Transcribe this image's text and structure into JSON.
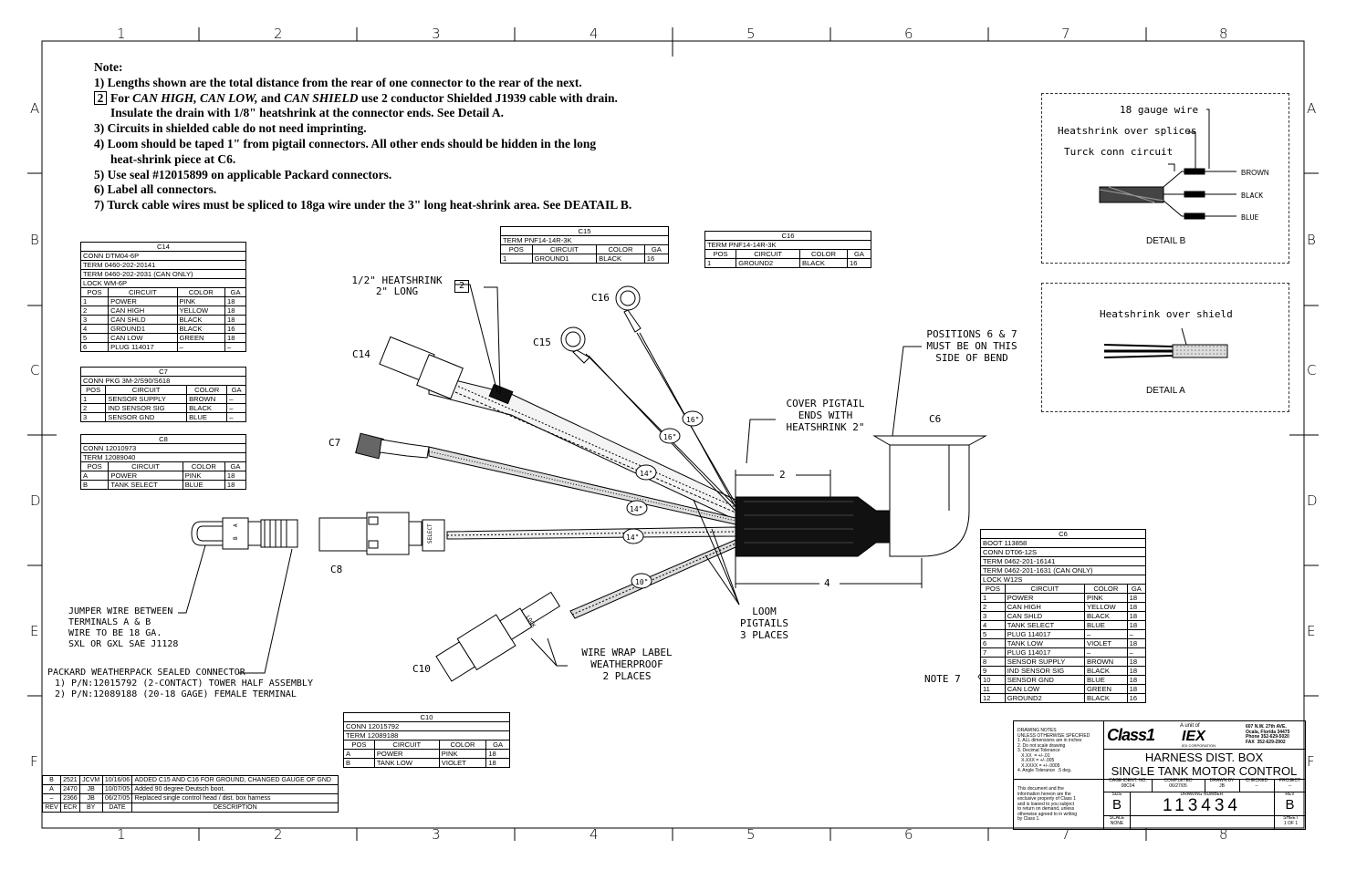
{
  "grid": {
    "cols": [
      "1",
      "2",
      "3",
      "4",
      "5",
      "6",
      "7",
      "8"
    ],
    "rows": [
      "A",
      "B",
      "C",
      "D",
      "E",
      "F"
    ]
  },
  "notes": {
    "title": "Note:",
    "n1": "1) Lengths shown are the total distance from the rear of one connector to the rear of the next.",
    "n2_box": "2",
    "n2a": "For ",
    "n2b": "CAN HIGH, CAN LOW,",
    "n2c": " and ",
    "n2d": "CAN SHIELD",
    "n2e": " use 2 conductor Shielded J1939 cable with drain.",
    "n2f": "Insulate the drain with 1/8\" heatshrink at the connector ends. See Detail A.",
    "n3": "3) Circuits in shielded cable do not need imprinting.",
    "n4a": "4) Loom should be taped 1\" from pigtail connectors. All other ends should be hidden in the long",
    "n4b": "heat-shrink piece at C6.",
    "n5": "5) Use seal #12015899 on applicable Packard connectors.",
    "n6": "6) Label all connectors.",
    "n7": "7) Turck cable wires must be spliced to 18ga wire under the 3\" long heat-shrink area. See DEATAIL B."
  },
  "tables": {
    "c14": {
      "title": "C14",
      "rows": [
        "CONN DTM04-6P",
        "TERM 0460-202-20141",
        "TERM 0460-202-2031 (CAN ONLY)",
        "LOCK WM-6P"
      ],
      "head": [
        "POS",
        "CIRCUIT",
        "COLOR",
        "GA"
      ],
      "data": [
        [
          "1",
          "POWER",
          "PINK",
          "18"
        ],
        [
          "2",
          "CAN HIGH",
          "YELLOW",
          "18"
        ],
        [
          "3",
          "CAN SHLD",
          "BLACK",
          "18"
        ],
        [
          "4",
          "GROUND1",
          "BLACK",
          "16"
        ],
        [
          "5",
          "CAN LOW",
          "GREEN",
          "18"
        ],
        [
          "6",
          "PLUG 114017",
          "–",
          "–"
        ]
      ]
    },
    "c7": {
      "title": "C7",
      "rows": [
        "CONN PKG 3M-2/S90/S618"
      ],
      "head": [
        "POS",
        "CIRCUIT",
        "COLOR",
        "GA"
      ],
      "data": [
        [
          "1",
          "SENSOR SUPPLY",
          "BROWN",
          "–"
        ],
        [
          "2",
          "IND SENSOR SIG",
          "BLACK",
          "–"
        ],
        [
          "3",
          "SENSOR GND",
          "BLUE",
          "–"
        ]
      ]
    },
    "c8": {
      "title": "C8",
      "rows": [
        "CONN 12010973",
        "TERM 12089040"
      ],
      "head": [
        "POS",
        "CIRCUIT",
        "COLOR",
        "GA"
      ],
      "data": [
        [
          "A",
          "POWER",
          "PINK",
          "18"
        ],
        [
          "B",
          "TANK SELECT",
          "BLUE",
          "18"
        ]
      ]
    },
    "c15": {
      "title": "C15",
      "rows": [
        "TERM PNF14-14R-3K"
      ],
      "head": [
        "POS",
        "CIRCUIT",
        "COLOR",
        "GA"
      ],
      "data": [
        [
          "1",
          "GROUND1",
          "BLACK",
          "16"
        ]
      ]
    },
    "c16": {
      "title": "C16",
      "rows": [
        "TERM PNF14-14R-3K"
      ],
      "head": [
        "POS",
        "CIRCUIT",
        "COLOR",
        "GA"
      ],
      "data": [
        [
          "1",
          "GROUND2",
          "BLACK",
          "16"
        ]
      ]
    },
    "c10": {
      "title": "C10",
      "rows": [
        "CONN 12015792",
        "TERM 12089188"
      ],
      "head": [
        "POS",
        "CIRCUIT",
        "COLOR",
        "GA"
      ],
      "data": [
        [
          "A",
          "POWER",
          "PINK",
          "18"
        ],
        [
          "B",
          "TANK LOW",
          "VIOLET",
          "18"
        ]
      ]
    },
    "c6": {
      "title": "C6",
      "rows": [
        "BOOT 113858",
        "CONN DT06-12S",
        "TERM 0462-201-16141",
        "TERM 0462-201-1631 (CAN ONLY)",
        "LOCK W12S"
      ],
      "head": [
        "POS",
        "CIRCUIT",
        "COLOR",
        "GA"
      ],
      "data": [
        [
          "1",
          "POWER",
          "PINK",
          "18"
        ],
        [
          "2",
          "CAN HIGH",
          "YELLOW",
          "18"
        ],
        [
          "3",
          "CAN SHLD",
          "BLACK",
          "18"
        ],
        [
          "4",
          "TANK SELECT",
          "BLUE",
          "18"
        ],
        [
          "5",
          "PLUG 114017",
          "–",
          "–"
        ],
        [
          "6",
          "TANK LOW",
          "VIOLET",
          "18"
        ],
        [
          "7",
          "PLUG 114017",
          "–",
          "–"
        ],
        [
          "8",
          "SENSOR SUPPLY",
          "BROWN",
          "18"
        ],
        [
          "9",
          "IND SENSOR SIG",
          "BLACK",
          "18"
        ],
        [
          "10",
          "SENSOR GND",
          "BLUE",
          "18"
        ],
        [
          "11",
          "CAN LOW",
          "GREEN",
          "18"
        ],
        [
          "12",
          "GROUND2",
          "BLACK",
          "16"
        ]
      ]
    }
  },
  "labels": {
    "heatshrink1": "1/2\" HEATSHRINK",
    "heatshrink2": "2\" LONG",
    "ref2": "2",
    "c14": "C14",
    "c15": "C15",
    "c16": "C16",
    "c7": "C7",
    "c8": "C8",
    "c10": "C10",
    "c6": "C6",
    "select": "SELECT",
    "lock": "LOCK",
    "len16a": "16\"",
    "len16b": "16\"",
    "len14a": "14\"",
    "len14b": "14\"",
    "len14c": "14\"",
    "len10": "10\"",
    "cover1": "COVER PIGTAIL",
    "cover2": "ENDS WITH",
    "cover3": "HEATSHRINK 2\"",
    "pos1": "POSITIONS 6 & 7",
    "pos2": "MUST BE ON THIS",
    "pos3": "SIDE OF BEND",
    "dim2": "2",
    "dim4": "4",
    "loom1": "LOOM",
    "loom2": "PIGTAILS",
    "loom3": "3 PLACES",
    "wrap1": "WIRE WRAP LABEL",
    "wrap2": "WEATHERPROOF",
    "wrap3": "2 PLACES",
    "jump1": "JUMPER WIRE BETWEEN",
    "jump2": "TERMINALS A & B",
    "jump3": "WIRE TO BE 18 GA.",
    "jump4": "SXL OR GXL SAE J1128",
    "pack1": "PACKARD WEATHERPACK SEALED CONNECTOR",
    "pack2": "1) P/N:12015792 (2-CONTACT) TOWER HALF ASSEMBLY",
    "pack3": "2) P/N:12089188 (20-18 GAGE) FEMALE TERMINAL",
    "note7": "NOTE 7",
    "jb": "B",
    "ja": "A"
  },
  "detailB": {
    "w18": "18 gauge wire",
    "hs": "Heatshrink over splices",
    "turck": "Turck conn circuit",
    "brown": "BROWN",
    "black": "BLACK",
    "blue": "BLUE",
    "title": "DETAIL B"
  },
  "detailA": {
    "hs": "Heatshrink over shield",
    "title": "DETAIL A"
  },
  "revisions": {
    "rows": [
      [
        "B",
        "2521",
        "JCVM",
        "10/16/06",
        "ADDED C15 AND C16 FOR GROUND, CHANGED GAUGE OF GND"
      ],
      [
        "A",
        "2470",
        "JB",
        "10/07/05",
        "Added 90 degree Deutsch boot."
      ],
      [
        "–",
        "2366",
        "JB",
        "06/27/05",
        "Replaced single control head / dist. box harness"
      ]
    ],
    "head": [
      "REV",
      "ECR",
      "BY",
      "DATE",
      "DESCRIPTION"
    ]
  },
  "titleblock": {
    "notes": [
      "DRAWING NOTES",
      "UNLESS OTHERWISE SPECIFIED",
      "1. ALL dimensions are in inches",
      "2. Do not scale drawing",
      "3. Decimal Tolerance",
      "   X.XX  = +/-.01",
      "   X.XXX = +/-.005",
      "   X.XXXX = +/-.0005",
      "4. Angle Tolerance  .5 deg."
    ],
    "logo1": "Class1",
    "unit": "A unit of",
    "logo2": "IEX",
    "corp": "IEX CORPORATION",
    "addr": [
      "607 N.W. 27th AVE.",
      "Ocala, Florida 34475",
      "Phone 352-629-5020",
      "FAX  352-629-2902"
    ],
    "t1": "HARNESS DIST. BOX",
    "t2": "SINGLE TANK MOTOR CONTROL",
    "disclaimer": [
      "This document and the",
      "information hereon are the",
      "exclusive property of Class 1",
      "and is loaned to you subject",
      "to return on demand, unless",
      "otherwise agreed to in writing",
      "by Class 1."
    ],
    "cage_l": "CAGE IDENT. NO.",
    "cage": "08C04",
    "comp_l": "COMPLETED",
    "comp": "06/27/05",
    "drawn_l": "DRAWN BY",
    "drawn": "JB",
    "chk_l": "CHECKED",
    "chk": "--",
    "proj_l": "PROJECT",
    "proj": "--",
    "size_l": "SIZE",
    "size": "B",
    "dwg_l": "DRAWING NUMBER",
    "dwg": "113434",
    "rev_l": "REV",
    "rev": "B",
    "scale_l": "SCALE",
    "scale": "NONE",
    "sheet_l": "SHEET",
    "sheet": "1 OF 1"
  }
}
